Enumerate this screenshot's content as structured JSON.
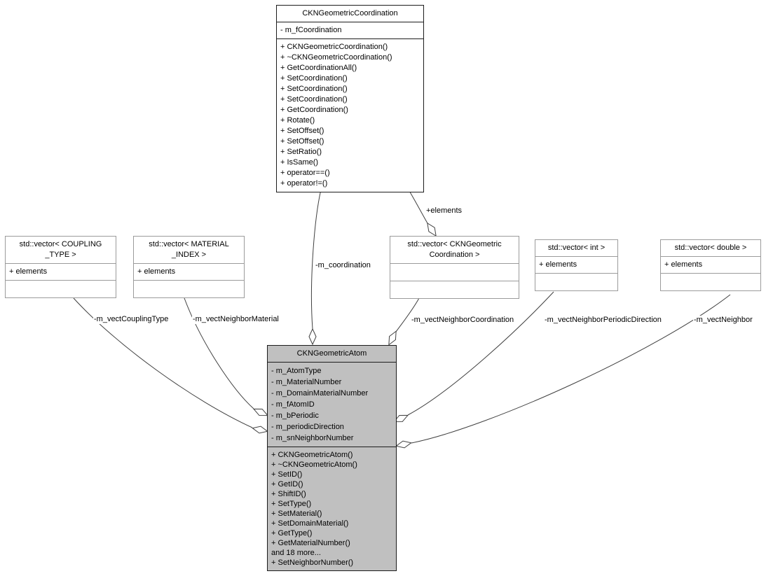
{
  "nodes": {
    "coordination": {
      "title_lines": [
        "CKNGeometricCoordination"
      ],
      "attributes": [
        "- m_fCoordination"
      ],
      "methods": [
        "+ CKNGeometricCoordination()",
        "+ ~CKNGeometricCoordination()",
        "+ GetCoordinationAll()",
        "+ SetCoordination()",
        "+ SetCoordination()",
        "+ SetCoordination()",
        "+ GetCoordination()",
        "+ Rotate()",
        "+ SetOffset()",
        "+ SetOffset()",
        "+ SetRatio()",
        "+ IsSame()",
        "+ operator==()",
        "+ operator!=()"
      ]
    },
    "vector_coupling_type": {
      "title_lines": [
        "std::vector< COUPLING",
        "_TYPE >"
      ],
      "attributes": [
        "+ elements"
      ],
      "methods": []
    },
    "vector_material_index": {
      "title_lines": [
        "std::vector< MATERIAL",
        "_INDEX >"
      ],
      "attributes": [
        "+ elements"
      ],
      "methods": []
    },
    "vector_coordination": {
      "title_lines": [
        "std::vector< CKNGeometric",
        "Coordination >"
      ],
      "attributes": [],
      "methods": []
    },
    "vector_int": {
      "title_lines": [
        "std::vector< int >"
      ],
      "attributes": [
        "+ elements"
      ],
      "methods": []
    },
    "vector_double": {
      "title_lines": [
        "std::vector< double >"
      ],
      "attributes": [
        "+ elements"
      ],
      "methods": []
    },
    "atom": {
      "title_lines": [
        "CKNGeometricAtom"
      ],
      "attributes": [
        "- m_AtomType",
        "- m_MaterialNumber",
        "- m_DomainMaterialNumber",
        "- m_fAtomID",
        "- m_bPeriodic",
        "- m_periodicDirection",
        "- m_snNeighborNumber"
      ],
      "methods": [
        "+ CKNGeometricAtom()",
        "+ ~CKNGeometricAtom()",
        "+ SetID()",
        "+ GetID()",
        "+ ShiftID()",
        "+ SetType()",
        "+ SetMaterial()",
        "+ SetDomainMaterial()",
        "+ GetType()",
        "+ GetMaterialNumber()",
        "and 18 more...",
        "+ SetNeighborNumber()"
      ]
    }
  },
  "edge_labels": {
    "m_coordination": "-m_coordination",
    "elements": "+elements",
    "vect_coupling_type": "-m_vectCouplingType",
    "vect_neighbor_material": "-m_vectNeighborMaterial",
    "vect_neighbor_coordination": "-m_vectNeighborCoordination",
    "vect_neighbor_periodic_direction": "-m_vectNeighborPeriodicDirection",
    "vect_neighbor": "-m_vectNeighbor"
  },
  "colors": {
    "edge": "#404040",
    "highlight_fill": "#c0c0c0",
    "node_border": "#9b9b9b",
    "strong_border": "#1c1c1c",
    "background": "#ffffff"
  }
}
